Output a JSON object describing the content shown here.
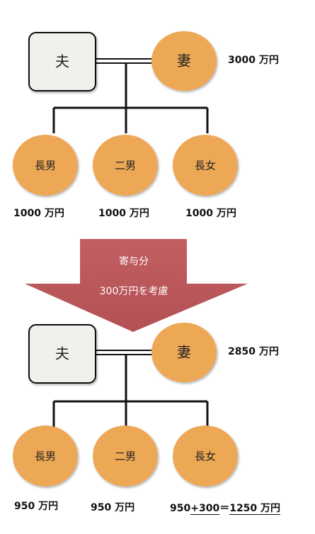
{
  "top": {
    "husband": "夫",
    "wife": "妻",
    "wife_amount": "3000 万円",
    "children": [
      {
        "name": "長男",
        "amount": "1000 万円"
      },
      {
        "name": "二男",
        "amount": "1000 万円"
      },
      {
        "name": "長女",
        "amount": "1000 万円"
      }
    ]
  },
  "arrow": {
    "line1": "寄与分",
    "line2": "300万円を考慮"
  },
  "bottom": {
    "husband": "夫",
    "wife": "妻",
    "wife_amount": "2850 万円",
    "children": [
      {
        "name": "長男",
        "amount": "950 万円"
      },
      {
        "name": "二男",
        "amount": "950 万円"
      },
      {
        "name": "長女"
      }
    ],
    "eldest_daughter_formula": {
      "base": "950",
      "op": "+",
      "contribution": "300",
      "eq": "＝",
      "total": "1250 万円"
    }
  },
  "colors": {
    "node_fill": "#EDA857",
    "husband_fill": "#F0F0EC",
    "arrow_fill": "#B9575A",
    "line": "#111111"
  }
}
